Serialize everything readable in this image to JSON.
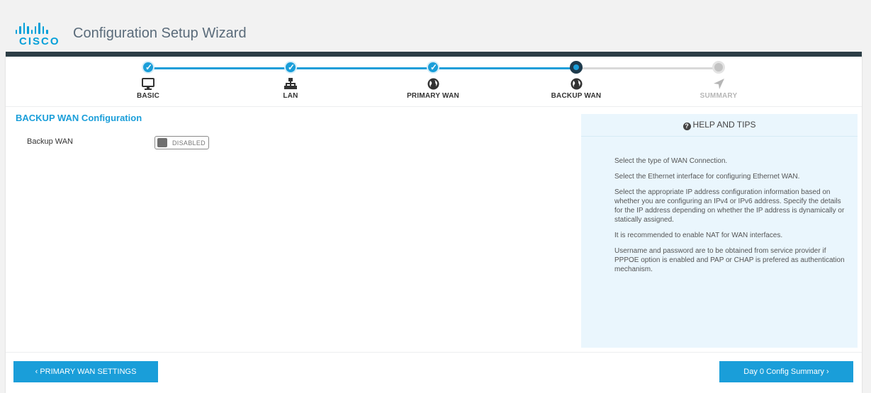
{
  "header": {
    "logo_text": "CISCO",
    "title": "Configuration Setup Wizard"
  },
  "stepper": {
    "steps": [
      {
        "label": "BASIC",
        "state": "done",
        "icon": "monitor-icon"
      },
      {
        "label": "LAN",
        "state": "done",
        "icon": "network-icon"
      },
      {
        "label": "PRIMARY WAN",
        "state": "done",
        "icon": "globe-icon"
      },
      {
        "label": "BACKUP WAN",
        "state": "current",
        "icon": "globe-icon"
      },
      {
        "label": "SUMMARY",
        "state": "todo",
        "icon": "location-arrow-icon"
      }
    ]
  },
  "form": {
    "section_title": "BACKUP WAN Configuration",
    "backup_wan_label": "Backup WAN",
    "backup_wan_toggle": "DISABLED"
  },
  "help": {
    "title": "HELP AND TIPS",
    "tips": [
      "Select the type of WAN Connection.",
      "Select the Ethernet interface for configuring Ethernet WAN.",
      "Select the appropriate IP address configuration information based on whether you are configuring an IPv4 or IPv6 address. Specify the details for the IP address depending on whether the IP address is dynamically or statically assigned.",
      "It is recommended to enable NAT for WAN interfaces.",
      "Username and password are to be obtained from service provider if PPPOE option is enabled and PAP or CHAP is prefered as authentication mechanism."
    ]
  },
  "footer": {
    "prev_label": "‹ PRIMARY WAN SETTINGS",
    "next_label": "Day 0 Config Summary ›"
  },
  "colors": {
    "accent": "#1a9ed9",
    "header_bar": "#2c3e46",
    "help_bg": "#eaf6fd"
  }
}
